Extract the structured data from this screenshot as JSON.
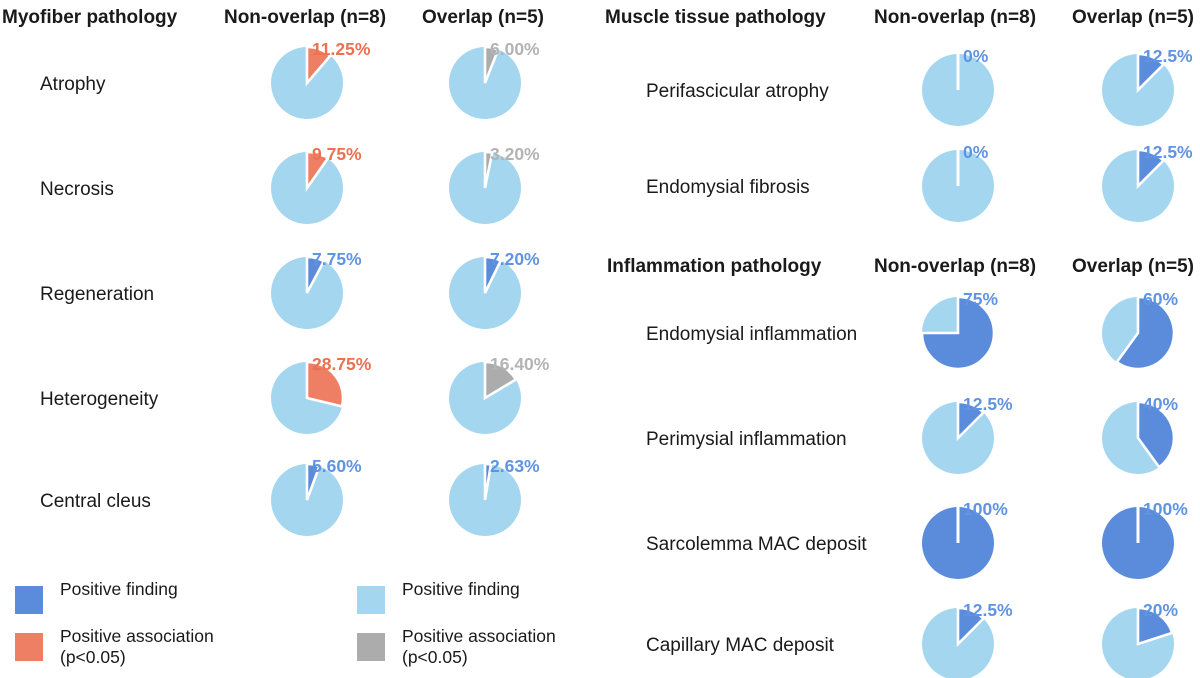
{
  "colors": {
    "dark_blue": "#5B8CDB",
    "light_blue": "#A4D6F0",
    "orange": "#EE7E64",
    "gray": "#ACACAC",
    "label_blue": "#6094E2",
    "label_orange": "#EC7150",
    "label_gray": "#B3B3B3",
    "text": "#1A1A1A",
    "background": "#FFFFFF"
  },
  "chart_data": {
    "type": "pie",
    "unit": "percent",
    "pie_base_color": "light_blue",
    "groups": [
      {
        "group_title": "Myofiber pathology",
        "columns": [
          "Non-overlap (n=8)",
          "Overlap (n=5)"
        ],
        "rows": [
          {
            "label": "Atrophy",
            "values": [
              11.25,
              6.0
            ],
            "labels": [
              "11.25%",
              "6.00%"
            ],
            "slice_colors": [
              "orange",
              "gray"
            ]
          },
          {
            "label": "Necrosis",
            "values": [
              9.75,
              3.2
            ],
            "labels": [
              "9.75%",
              "3.20%"
            ],
            "slice_colors": [
              "orange",
              "gray"
            ]
          },
          {
            "label": "Regeneration",
            "values": [
              7.75,
              7.2
            ],
            "labels": [
              "7.75%",
              "7.20%"
            ],
            "slice_colors": [
              "blue",
              "blue"
            ]
          },
          {
            "label": "Heterogeneity",
            "values": [
              28.75,
              16.4
            ],
            "labels": [
              "28.75%",
              "16.40%"
            ],
            "slice_colors": [
              "orange",
              "gray"
            ]
          },
          {
            "label": "Central cleus",
            "values": [
              5.6,
              2.63
            ],
            "labels": [
              "5.60%",
              "2.63%"
            ],
            "slice_colors": [
              "blue",
              "blue"
            ]
          }
        ]
      },
      {
        "group_title": "Muscle tissue pathology",
        "columns": [
          "Non-overlap (n=8)",
          "Overlap (n=5)"
        ],
        "rows": [
          {
            "label": "Perifascicular atrophy",
            "values": [
              0,
              12.5
            ],
            "labels": [
              "0%",
              "12.5%"
            ],
            "slice_colors": [
              "blue",
              "blue"
            ]
          },
          {
            "label": "Endomysial fibrosis",
            "values": [
              0,
              12.5
            ],
            "labels": [
              "0%",
              "12.5%"
            ],
            "slice_colors": [
              "blue",
              "blue"
            ]
          }
        ]
      },
      {
        "group_title": "Inflammation pathology",
        "columns": [
          "Non-overlap (n=8)",
          "Overlap (n=5)"
        ],
        "rows": [
          {
            "label": "Endomysial inflammation",
            "values": [
              75,
              60
            ],
            "labels": [
              "75%",
              "60%"
            ],
            "slice_colors": [
              "blue",
              "blue"
            ]
          },
          {
            "label": "Perimysial inflammation",
            "values": [
              12.5,
              40
            ],
            "labels": [
              "12.5%",
              "40%"
            ],
            "slice_colors": [
              "blue",
              "blue"
            ]
          },
          {
            "label": "Sarcolemma MAC deposit",
            "values": [
              100,
              100
            ],
            "labels": [
              "100%",
              "100%"
            ],
            "slice_colors": [
              "blue",
              "blue"
            ]
          },
          {
            "label": "Capillary MAC deposit",
            "values": [
              12.5,
              20
            ],
            "labels": [
              "12.5%",
              "20%"
            ],
            "slice_colors": [
              "blue",
              "blue"
            ]
          }
        ]
      }
    ]
  },
  "legend": {
    "items": [
      {
        "color": "dark_blue",
        "label": "Positive finding"
      },
      {
        "color": "orange",
        "label": "Positive association",
        "sublabel": "(p<0.05)"
      },
      {
        "color": "light_blue",
        "label": "Positive finding"
      },
      {
        "color": "gray",
        "label": "Positive association",
        "sublabel": "(p<0.05)"
      }
    ]
  }
}
